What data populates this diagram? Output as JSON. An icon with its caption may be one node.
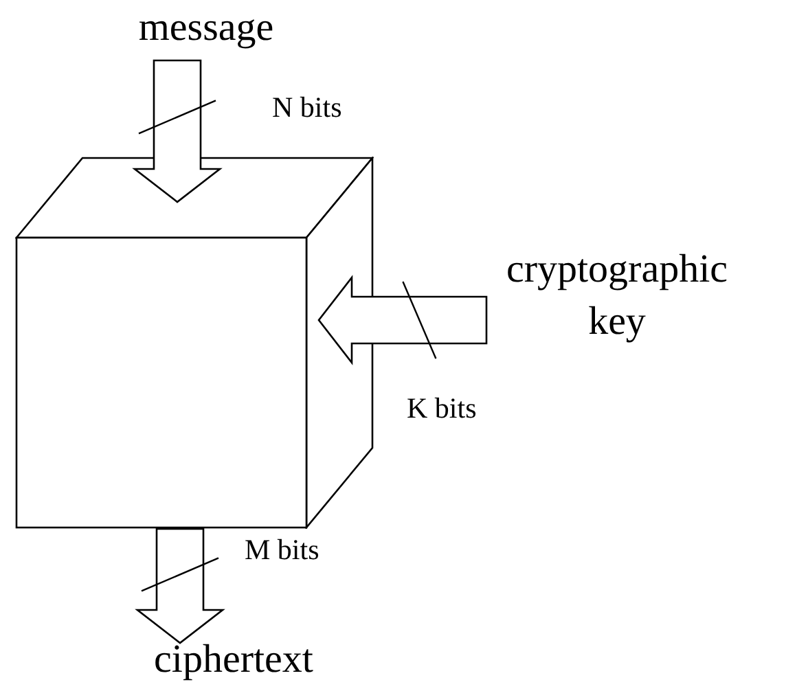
{
  "diagram": {
    "nodes": [
      {
        "text": [
          "message"
        ]
      },
      {
        "text": [],
        "shape": "cube"
      },
      {
        "text": [
          "cryptographic key"
        ]
      },
      {
        "text": [
          "ciphertext"
        ]
      }
    ],
    "edges": [
      {
        "from": 0,
        "to": 1,
        "arrow": "to",
        "label": "N bits"
      },
      {
        "from": 2,
        "to": 1,
        "arrow": "to",
        "label": "K bits"
      },
      {
        "from": 1,
        "to": 3,
        "arrow": "to",
        "label": "M bits"
      }
    ]
  }
}
